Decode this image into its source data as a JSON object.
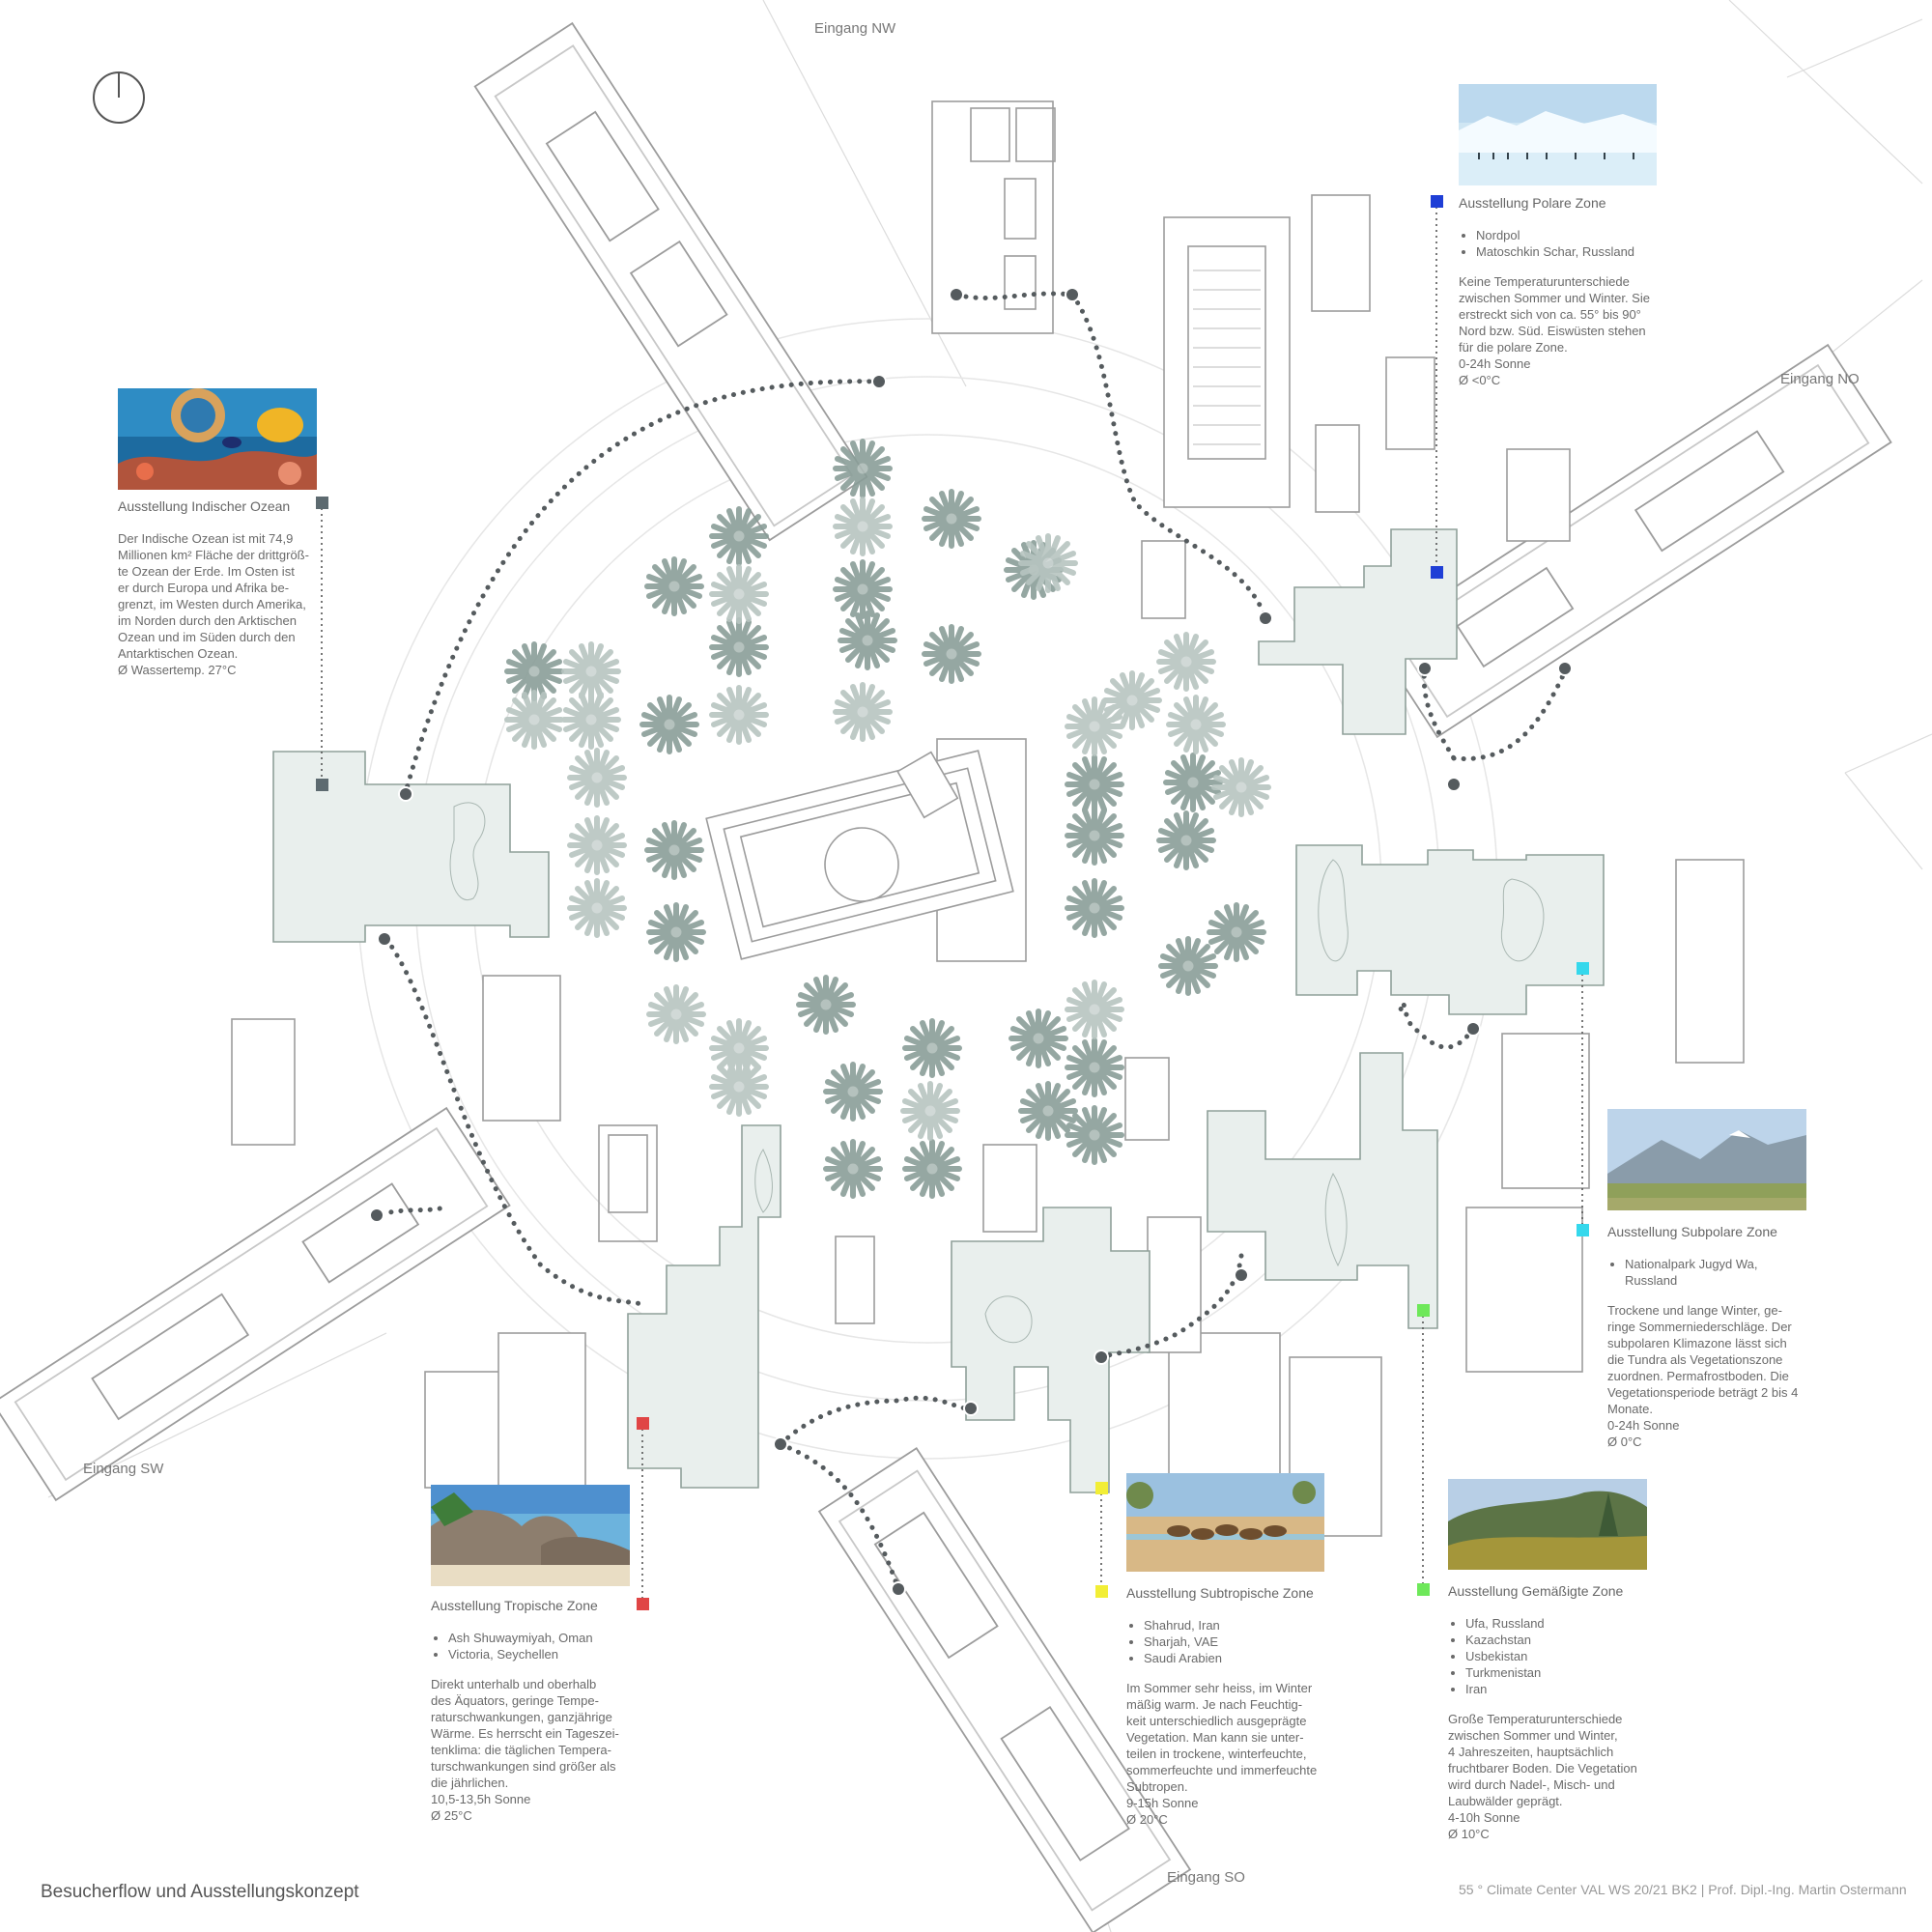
{
  "title": "Besucherflow und Ausstellungskonzept",
  "footer": "55 ° Climate Center VAL   WS 20/21   BK2  |  Prof. Dipl.-Ing. Martin Ostermann",
  "entrances": {
    "nw": "Eingang NW",
    "no": "Eingang NO",
    "sw": "Eingang SW",
    "so": "Eingang SO"
  },
  "zones": {
    "polar": {
      "title": "Ausstellung Polare Zone",
      "color": "#1f3fd6",
      "bullets": [
        "Nordpol",
        "Matoschkin Schar, Russland"
      ],
      "description": "Keine Temperaturunterschiede\nzwischen Sommer und Winter. Sie\nerstreckt sich von ca. 55° bis 90°\nNord bzw. Süd. Eiswüsten stehen\nfür die polare Zone.\n0-24h Sonne\nØ <0°C"
    },
    "ocean": {
      "title": "Ausstellung Indischer Ozean",
      "color": "#5d6a70",
      "bullets": [],
      "description": "Der Indische Ozean ist mit 74,9\nMillionen km² Fläche der drittgröß-\nte Ozean der Erde. Im Osten ist\ner durch Europa und Afrika be-\ngrenzt, im Westen durch Amerika,\nim Norden durch den Arktischen\nOzean und im Süden durch den\nAntarktischen Ozean.\nØ Wassertemp. 27°C"
    },
    "subpolar": {
      "title": "Ausstellung Subpolare Zone",
      "color": "#35d8ec",
      "bullets": [
        "Nationalpark Jugyd Wa, Russland"
      ],
      "description": "Trockene und lange Winter, ge-\nringe Sommerniederschläge. Der\nsubpolaren Klimazone lässt sich\ndie Tundra als Vegetationszone\nzuordnen. Permafrostboden. Die\nVegetationsperiode beträgt 2 bis 4\nMonate.\n0-24h Sonne\nØ 0°C"
    },
    "tropical": {
      "title": "Ausstellung Tropische Zone",
      "color": "#e04545",
      "bullets": [
        "Ash Shuwaymiyah, Oman",
        "Victoria, Seychellen"
      ],
      "description": "Direkt unterhalb und oberhalb\ndes Äquators, geringe Tempe-\nraturschwankungen, ganzjährige\nWärme. Es herrscht ein Tageszei-\ntenklima: die täglichen Tempera-\nturschwankungen sind größer als\ndie jährlichen.\n10,5-13,5h Sonne\nØ 25°C"
    },
    "subtropical": {
      "title": "Ausstellung Subtropische Zone",
      "color": "#f2ee36",
      "bullets": [
        "Shahrud, Iran",
        "Sharjah, VAE",
        "Saudi Arabien"
      ],
      "description": "Im Sommer sehr heiss, im Winter\nmäßig warm. Je nach Feuchtig-\nkeit unterschiedlich ausgeprägte\nVegetation. Man kann sie unter-\nteilen in trockene, winterfeuchte,\nsommerfeuchte und immerfeuchte\nSubtropen.\n9-15h Sonne\nØ 20°C"
    },
    "temperate": {
      "title": "Ausstellung Gemäßigte Zone",
      "color": "#6ee85a",
      "bullets": [
        "Ufa, Russland",
        "Kazachstan",
        "Usbekistan",
        "Turkmenistan",
        "Iran"
      ],
      "description": "Große Temperaturunterschiede\nzwischen Sommer und Winter,\n4 Jahreszeiten, hauptsächlich\nfruchtbarer Boden. Die Vegetation\nwird durch Nadel-, Misch- und\nLaubwälder geprägt.\n4-10h Sonne\nØ 10°C"
    }
  },
  "photos": {
    "polar": "iceberg-photo",
    "ocean": "coral-reef-fish-photo",
    "subpolar": "mountain-tundra-photo",
    "tropical": "tropical-beach-rocks-photo",
    "subtropical": "camels-desert-photo",
    "temperate": "forest-hills-photo"
  }
}
